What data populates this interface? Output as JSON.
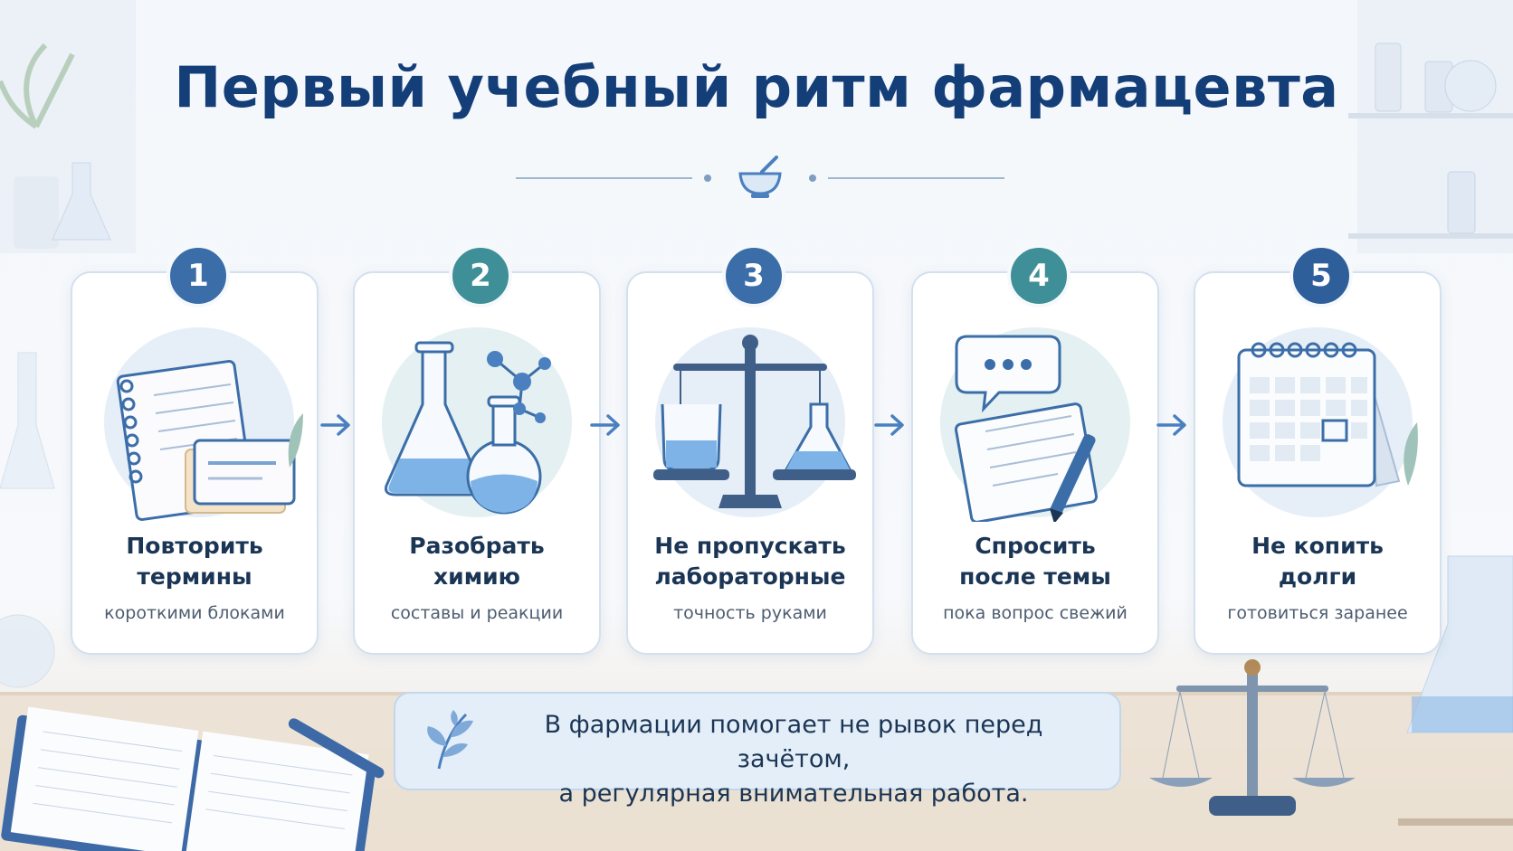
{
  "title": "Первый учебный ритм фармацевта",
  "divider_icon": "mortar-pestle-icon",
  "steps": [
    {
      "number": "1",
      "title_line1": "Повторить",
      "title_line2": "термины",
      "subtitle": "короткими блоками",
      "icon": "notebook-cards-icon",
      "badge_color": "#3b6ea8"
    },
    {
      "number": "2",
      "title_line1": "Разобрать",
      "title_line2": "химию",
      "subtitle": "составы и реакции",
      "icon": "flasks-molecule-icon",
      "badge_color": "#3f8f98"
    },
    {
      "number": "3",
      "title_line1": "Не пропускать",
      "title_line2": "лабораторные",
      "subtitle": "точность руками",
      "icon": "scales-icon",
      "badge_color": "#3b6ea8"
    },
    {
      "number": "4",
      "title_line1": "Спросить",
      "title_line2": "после темы",
      "subtitle": "пока вопрос свежий",
      "icon": "chat-notebook-icon",
      "badge_color": "#3f8f98"
    },
    {
      "number": "5",
      "title_line1": "Не копить",
      "title_line2": "долги",
      "subtitle": "готовиться заранее",
      "icon": "calendar-icon",
      "badge_color": "#2f5f9a"
    }
  ],
  "note": {
    "line1": "В фармации помогает не рывок перед зачётом,",
    "line2": "а регулярная внимательная работа.",
    "icon": "leaf-icon"
  },
  "colors": {
    "title": "#143e78",
    "accent": "#4a7fc0",
    "teal": "#3f8f98"
  }
}
